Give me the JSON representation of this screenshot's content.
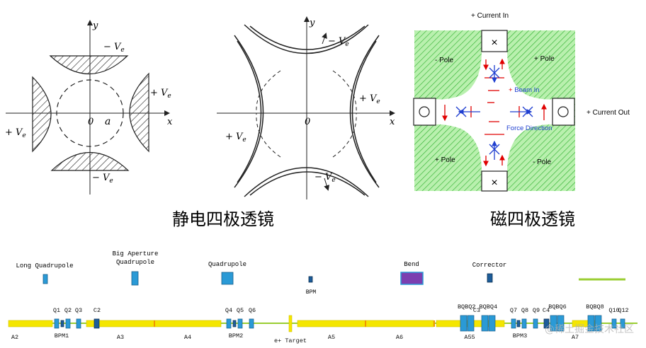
{
  "colors": {
    "hatch_green": "#33b233",
    "field_green": "#b9f0ae",
    "arrow_red": "#e00000",
    "label_blue": "#1f3fd0",
    "beam_yellow": "#f4e600",
    "beam_orange": "#f19400",
    "quad_blue": "#2a9ad6",
    "bend_purple": "#7b3fb0",
    "corrector_blue": "#1d5d9a",
    "legend_green": "#9acd32"
  },
  "electrostatic_left": {
    "axis_y": "y",
    "axis_x": "x",
    "origin": "0",
    "radius": "a",
    "top": "− V",
    "right": "+ V",
    "left": "+ V",
    "bottom": "− V",
    "sub": "e"
  },
  "electrostatic_right": {
    "axis_y": "y",
    "axis_x": "x",
    "origin": "0",
    "top": "− V",
    "right": "+ V",
    "left": "+ V",
    "bottom": "− V",
    "sub": "e"
  },
  "magnetic": {
    "current_in": "+ Current In",
    "current_out": "+ Current Out",
    "pole_tl": "- Pole",
    "pole_tr": "+ Pole",
    "pole_bl": "+ Pole",
    "pole_br": "- Pole",
    "beam_in": "Beam In",
    "force_direction": "Force Direction"
  },
  "captions": {
    "electrostatic": "静电四极透镜",
    "magnetic": "磁四极透镜"
  },
  "legend": {
    "long_quadrupole": "Long Quadrupole",
    "big_aperture_1": "Big Aperture",
    "big_aperture_2": "Quadrupole",
    "quadrupole": "Quadrupole",
    "bpm": "BPM",
    "bend": "Bend",
    "corrector": "Corrector"
  },
  "beamline": {
    "top_labels": [
      "Q1",
      "Q2",
      "Q3",
      "C2",
      "Q4",
      "Q5",
      "Q6",
      "BQBQ2 BQBQ4",
      "C3",
      "Q7",
      "Q8",
      "Q9",
      "C4",
      "BQBQ6",
      "BQBQ8",
      "Q10",
      "Q12"
    ],
    "bottom_labels": [
      "A2",
      "BPM1",
      "A3",
      "A4",
      "BPM2",
      "e+ Target",
      "A5",
      "A6",
      "A55",
      "BPM3",
      "A7"
    ]
  },
  "watermark": "@稀土掘金技术社区"
}
